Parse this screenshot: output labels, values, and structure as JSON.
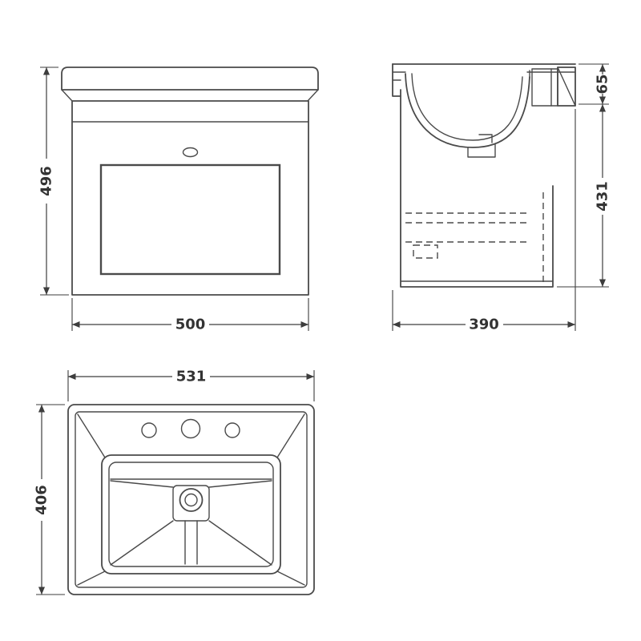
{
  "drawing": {
    "dims": {
      "front_height": "496",
      "front_width": "500",
      "side_basin_height": "65",
      "side_cabinet_height": "431",
      "side_depth": "390",
      "plan_width": "531",
      "plan_depth": "406"
    }
  }
}
